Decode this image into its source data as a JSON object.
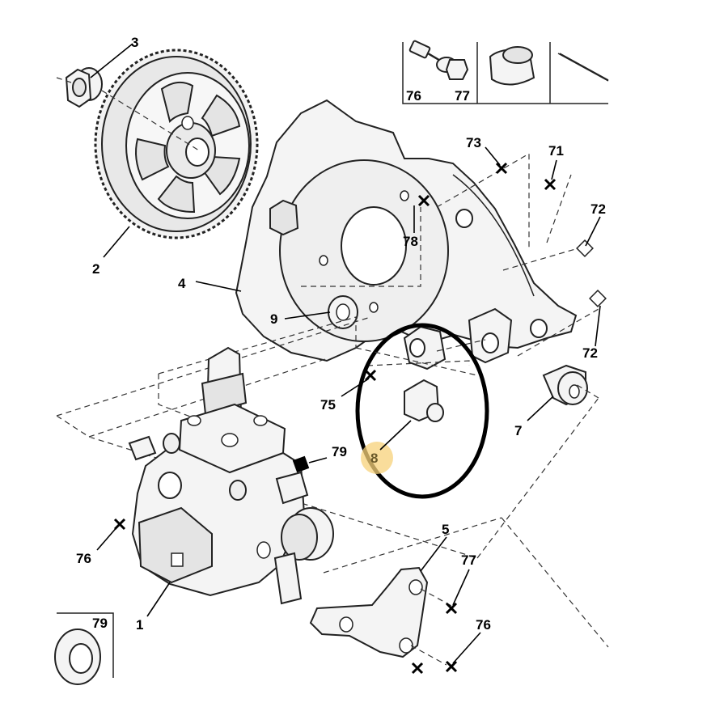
{
  "diagram": {
    "callouts": {
      "c1": "1",
      "c2": "2",
      "c3": "3",
      "c4": "4",
      "c5": "5",
      "c7": "7",
      "c8": "8",
      "c9": "9",
      "c71": "71",
      "c72a": "72",
      "c72b": "72",
      "c73": "73",
      "c75": "75",
      "c76a": "76",
      "c76b": "76",
      "c77": "77",
      "c78": "78",
      "c79a": "79",
      "inset_top_76": "76",
      "inset_top_77": "77",
      "inset_bottom_79": "79"
    },
    "highlight": {
      "target_callout": "8",
      "ring_color": "#000000",
      "marker_color": "#f7d27a"
    }
  }
}
